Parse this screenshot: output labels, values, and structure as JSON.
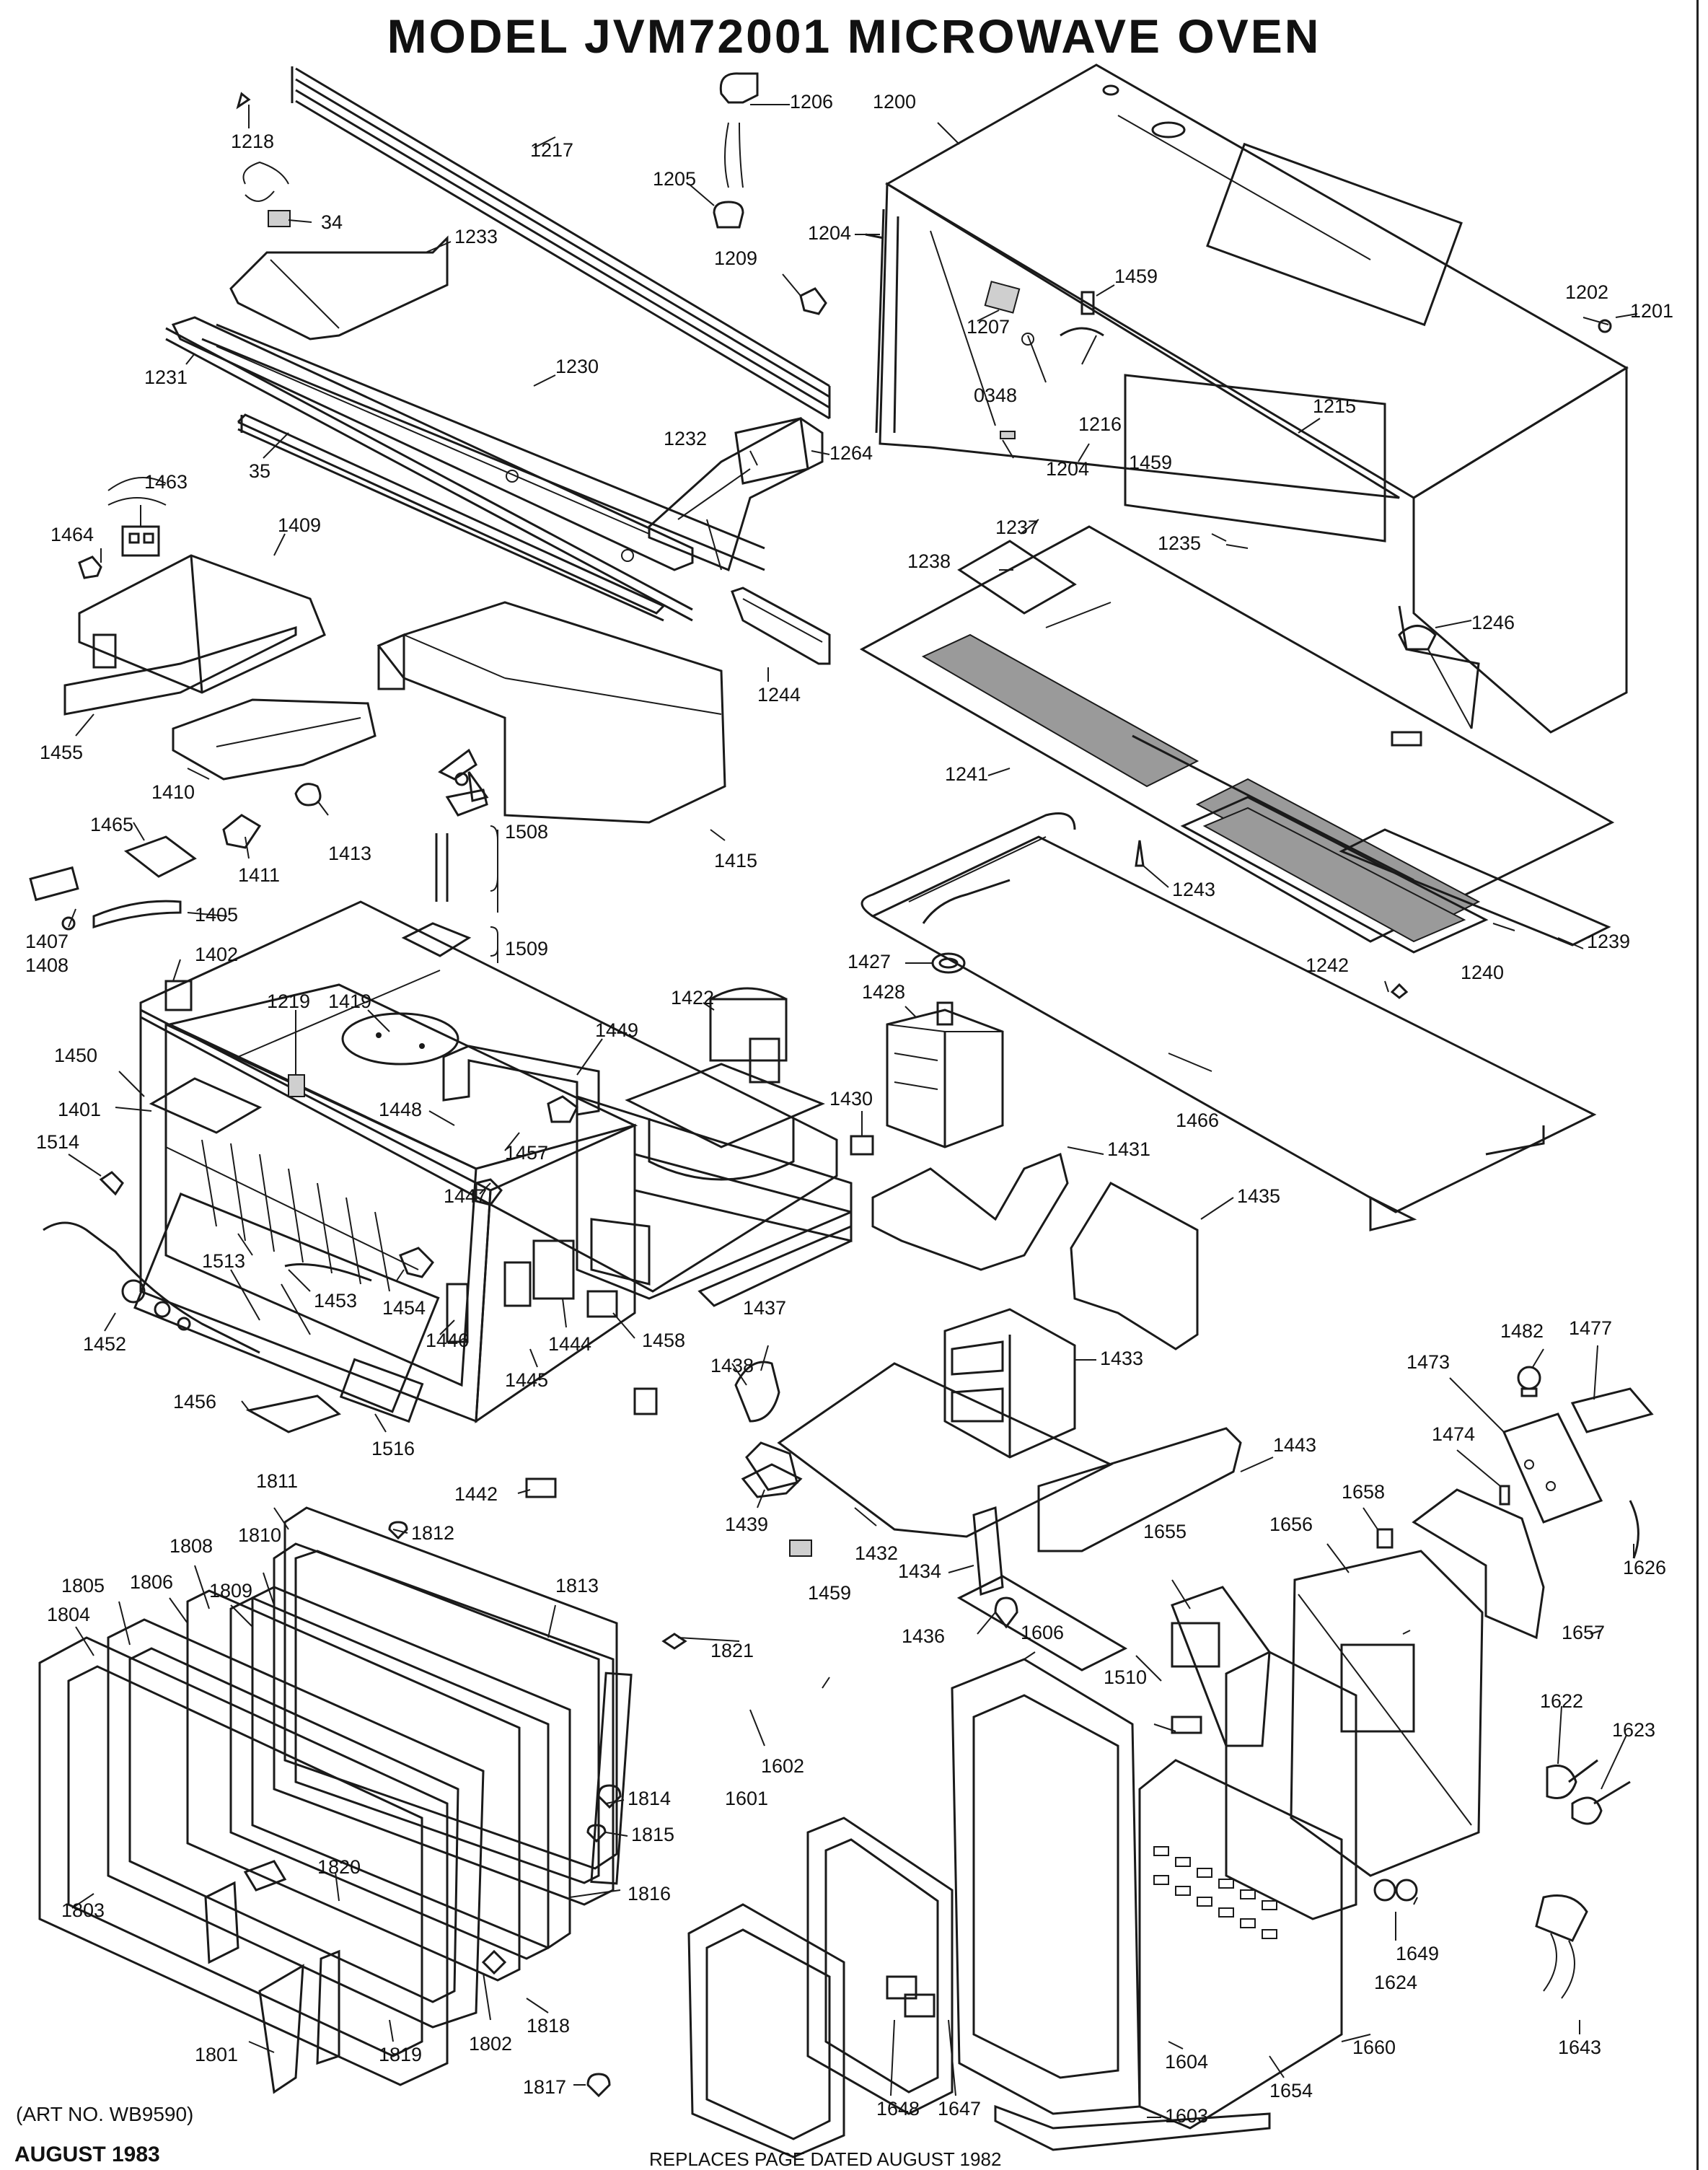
{
  "title": "MODEL  JVM72001  MICROWAVE  OVEN",
  "art_no": "(ART NO. WB9590)",
  "date": "AUGUST 1983",
  "replaces": "REPLACES PAGE DATED AUGUST 1982",
  "labels": {
    "p1200": "1200",
    "p1201": "1201",
    "p1202": "1202",
    "p1204a": "1204",
    "p1204b": "1204",
    "p1205": "1205",
    "p1206": "1206",
    "p1207": "1207",
    "p1209": "1209",
    "p1215": "1215",
    "p1216": "1216",
    "p1217": "1217",
    "p1218": "1218",
    "p0348": "0348",
    "p1459a": "1459",
    "p1459b": "1459",
    "p1459c": "1459",
    "p34": "34",
    "p1233": "1233",
    "p1231": "1231",
    "p1230": "1230",
    "p35": "35",
    "p1232": "1232",
    "p1264": "1264",
    "p1235": "1235",
    "p1237": "1237",
    "p1238": "1238",
    "p1246": "1246",
    "p1463": "1463",
    "p1464": "1464",
    "p1409": "1409",
    "p1244": "1244",
    "p1455": "1455",
    "p1410": "1410",
    "p1413": "1413",
    "p1415": "1415",
    "p1241": "1241",
    "p1243": "1243",
    "p1465": "1465",
    "p1411": "1411",
    "p1508": "1508",
    "p1405": "1405",
    "p1407": "1407",
    "p1408": "1408",
    "p1509": "1509",
    "p1427": "1427",
    "p1242": "1242",
    "p1240": "1240",
    "p1239": "1239",
    "p1402": "1402",
    "p1219": "1219",
    "p1419": "1419",
    "p1449": "1449",
    "p1422": "1422",
    "p1428": "1428",
    "p1466": "1466",
    "p1450": "1450",
    "p1401": "1401",
    "p1448": "1448",
    "p1430": "1430",
    "p1514": "1514",
    "p1457": "1457",
    "p1431": "1431",
    "p1447": "1447",
    "p1435": "1435",
    "p1513": "1513",
    "p1453": "1453",
    "p1454": "1454",
    "p1446": "1446",
    "p1444": "1444",
    "p1458": "1458",
    "p1437": "1437",
    "p1452": "1452",
    "p1445": "1445",
    "p1438": "1438",
    "p1433": "1433",
    "p1482": "1482",
    "p1477": "1477",
    "p1473": "1473",
    "p1456": "1456",
    "p1516": "1516",
    "p1443": "1443",
    "p1474": "1474",
    "p1658": "1658",
    "p1442": "1442",
    "p1439": "1439",
    "p1811": "1811",
    "p1812": "1812",
    "p1432": "1432",
    "p1434": "1434",
    "p1655": "1655",
    "p1656": "1656",
    "p1626": "1626",
    "p1808": "1808",
    "p1810": "1810",
    "p1805": "1805",
    "p1806": "1806",
    "p1809": "1809",
    "p1813": "1813",
    "p1804": "1804",
    "p1436": "1436",
    "p1606": "1606",
    "p1657": "1657",
    "p1821": "1821",
    "p1510": "1510",
    "p1622": "1622",
    "p1623": "1623",
    "p1814": "1814",
    "p1602": "1602",
    "p1815": "1815",
    "p1601": "1601",
    "p1820": "1820",
    "p1816": "1816",
    "p1803": "1803",
    "p1649": "1649",
    "p1624": "1624",
    "p1660": "1660",
    "p1801": "1801",
    "p1802": "1802",
    "p1818": "1818",
    "p1604": "1604",
    "p1654": "1654",
    "p1643": "1643",
    "p1819": "1819",
    "p1817": "1817",
    "p1648": "1648",
    "p1647": "1647",
    "p1603": "1603"
  }
}
